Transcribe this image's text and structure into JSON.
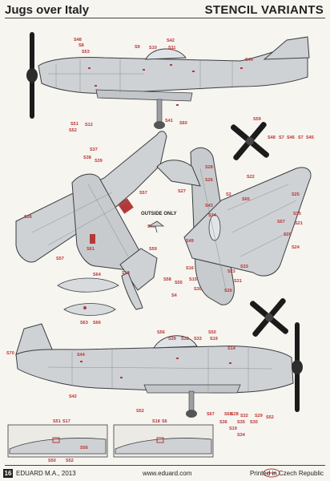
{
  "header": {
    "title_left": "Jugs over Italy",
    "title_right": "STENCIL VARIANTS"
  },
  "footer": {
    "page_number": "16",
    "copyright": "EDUARD M.A., 2013",
    "website": "www.eduard.com",
    "printed": "Printed in Czech Republic"
  },
  "colors": {
    "airframe": "#cfd2d4",
    "outline": "#3b3d40",
    "stencil_red": "#b33a3a",
    "propeller": "#1b1b1b",
    "background": "#f7f5f0"
  },
  "side_view_top": {
    "stencils": [
      "S48",
      "S8",
      "S42",
      "S53",
      "S9",
      "S10",
      "S11",
      "S44",
      "S51",
      "S12",
      "S52",
      "S41",
      "S60"
    ]
  },
  "propeller_right": {
    "stencils": [
      "S59",
      "S48",
      "S7",
      "S46",
      "S7",
      "S45"
    ]
  },
  "underside_view": {
    "stencils": [
      "S37",
      "S38",
      "S39",
      "S36",
      "S57",
      "S62",
      "S61",
      "S18",
      "S57",
      "S58",
      "S40",
      "S59"
    ],
    "caption": "OUTSIDE ONLY"
  },
  "detail_small": {
    "stencils": [
      "S64",
      "S63",
      "S66"
    ]
  },
  "top_view": {
    "stencils": [
      "S28",
      "S26",
      "S27",
      "S22",
      "S43",
      "S25",
      "S65",
      "S2",
      "S35",
      "S57",
      "S21",
      "S24",
      "S20",
      "S23",
      "S33",
      "S31",
      "S26",
      "S16",
      "S15",
      "S55",
      "S4",
      "S30",
      "S34",
      "S49"
    ]
  },
  "side_view_bottom": {
    "stencils": [
      "S70",
      "S44",
      "S56",
      "S39",
      "S38",
      "S33",
      "S19",
      "S50",
      "S14",
      "S42",
      "S52",
      "S67",
      "S68"
    ]
  },
  "bottom_detail_left": {
    "stencils": [
      "S51",
      "S17",
      "S50",
      "S52",
      "S56"
    ]
  },
  "bottom_detail_right": {
    "stencils": [
      "S18",
      "S6",
      "S28",
      "S35",
      "S30",
      "S19",
      "S34",
      "S32",
      "S36",
      "S29",
      "S52"
    ]
  }
}
